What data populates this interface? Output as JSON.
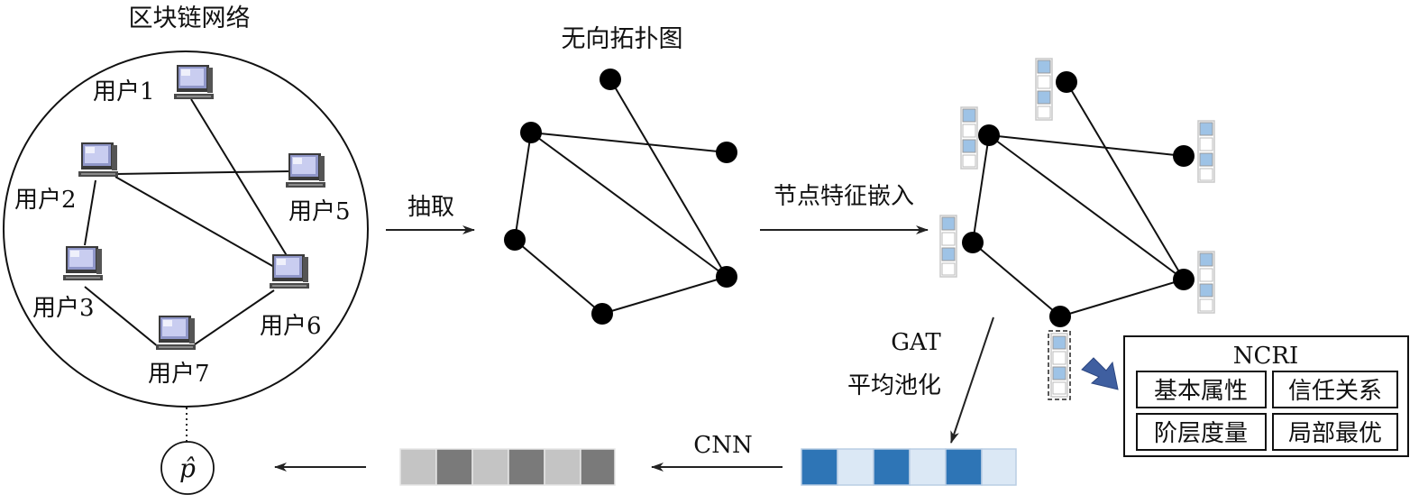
{
  "network": {
    "title": "区块链网络",
    "users": [
      "用户1",
      "用户2",
      "用户3",
      "用户5",
      "用户6",
      "用户7"
    ]
  },
  "arrows": {
    "extract": "抽取",
    "embed": "节点特征嵌入",
    "gat": "GAT",
    "pool": "平均池化",
    "cnn": "CNN"
  },
  "topology": {
    "title": "无向拓扑图"
  },
  "ncri": {
    "title": "NCRI",
    "items": [
      "基本属性",
      "信任关系",
      "阶层度量",
      "局部最优"
    ]
  },
  "output": {
    "symbol": "p̂"
  },
  "colors": {
    "feature_blue": "#9ec3e6",
    "dark_blue": "#2e75b6",
    "light_blue": "#dbe8f5",
    "arrow_blue": "#3f5fa0",
    "gray_light": "#c4c4c4",
    "gray_dark": "#7a7a7a"
  }
}
